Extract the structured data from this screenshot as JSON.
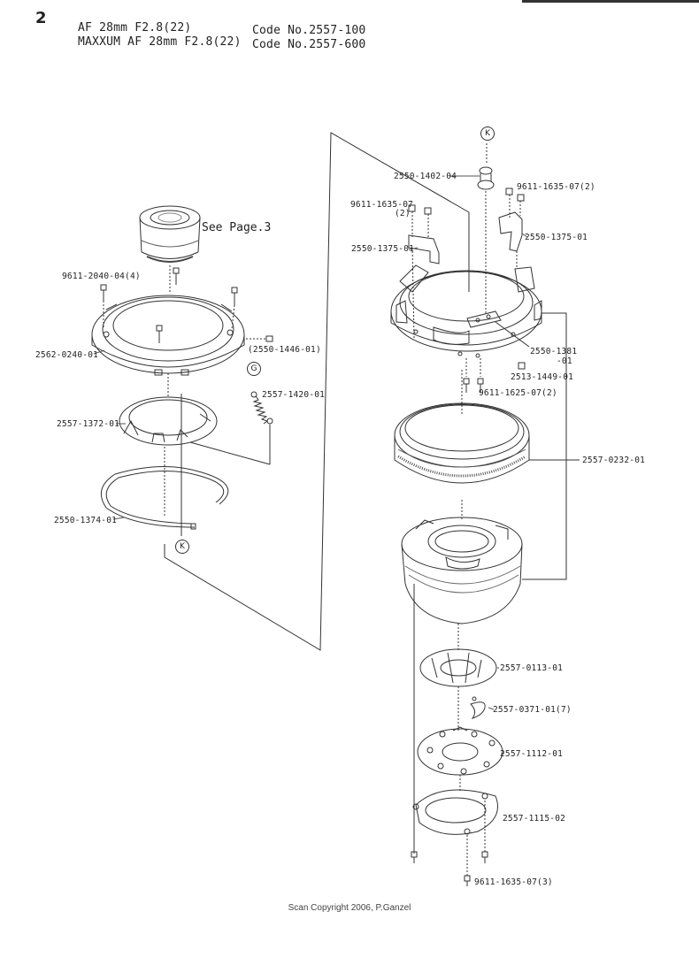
{
  "page_number": "2",
  "header": {
    "model_line_1": "AF 28mm F2.8(22)",
    "model_line_2": "MAXXUM AF 28mm F2.8(22)",
    "code_line_1": "Code No.2557-100",
    "code_line_2": "Code No.2557-600"
  },
  "see_page": "See Page.3",
  "markers": {
    "k_top": "K",
    "g": "G",
    "k_left": "K"
  },
  "parts": {
    "p_9611_2040": "9611-2040-04(4)",
    "p_2562_0240": "2562-0240-01",
    "p_2550_1446": "(2550-1446-01)",
    "p_2557_1420": "2557-1420-01",
    "p_2557_1372": "2557-1372-01",
    "p_2550_1374": "2550-1374-01",
    "p_2550_1402": "2550-1402-04",
    "p_9611_1635_07_2_left": "9611-1635-07",
    "p_9611_1635_07_2_left_qty": "(2)",
    "p_9611_1635_07_2_right": "9611-1635-07(2)",
    "p_2550_1375_left": "2550-1375-01",
    "p_2550_1375_right": "2550-1375-01",
    "p_2550_1381": "2550-1381",
    "p_2550_1381_suffix": "-01",
    "p_2513_1449": "2513-1449-01",
    "p_9611_1625": "9611-1625-07(2)",
    "p_2557_0232": "2557-0232-01",
    "p_2557_0113": "2557-0113-01",
    "p_2557_0371": "2557-0371-01(7)",
    "p_2557_1112": "2557-1112-01",
    "p_2557_1115": "2557-1115-02",
    "p_9611_1635_07_3": "9611-1635-07(3)"
  },
  "copyright": "Scan Copyright 2006, P.Ganzel"
}
